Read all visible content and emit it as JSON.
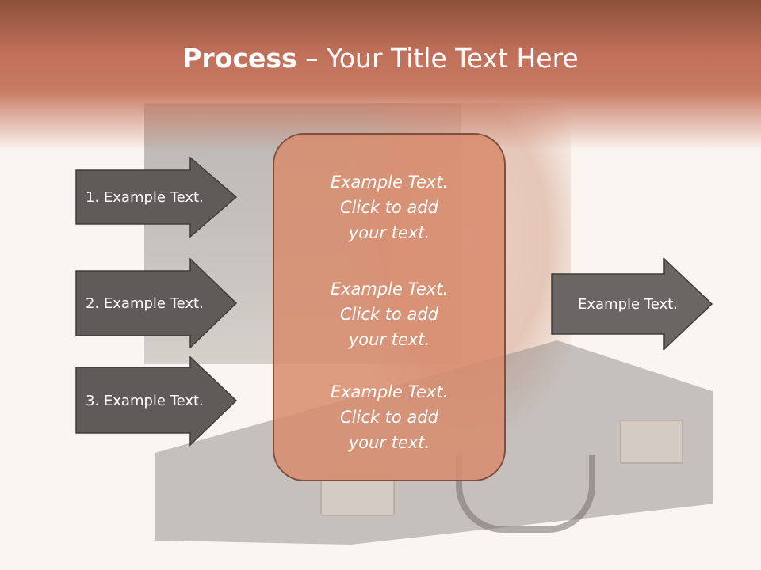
{
  "title": {
    "bold": "Process",
    "dash": " – ",
    "rest": "Your Title Text Here"
  },
  "left_arrows": [
    {
      "label": "1. Example Text."
    },
    {
      "label": "2. Example Text."
    },
    {
      "label": "3. Example Text."
    }
  ],
  "right_arrow": {
    "label": "Example Text."
  },
  "center_box": {
    "paragraphs": [
      {
        "line1": "Example Text.",
        "line2": "Click  to add",
        "line3": "your text."
      },
      {
        "line1": "Example Text.",
        "line2": "Click  to add",
        "line3": "your text."
      },
      {
        "line1": "Example Text.",
        "line2": "Click  to add",
        "line3": "your text."
      }
    ]
  },
  "colors": {
    "header": "#c97a62",
    "arrow_fill": "#5f5b58",
    "center_box": "#d78c6e"
  }
}
